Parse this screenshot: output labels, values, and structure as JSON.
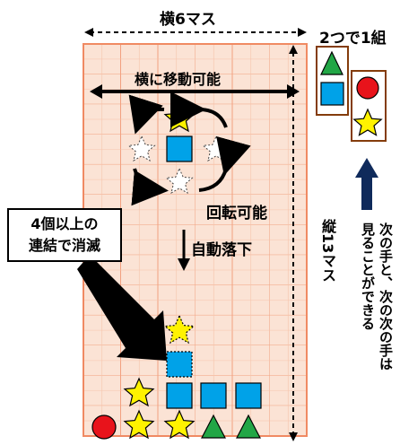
{
  "labels": {
    "width_label": "横6マス",
    "pair_label": "2つで1組",
    "move_label": "横に移動可能",
    "rotate_label": "回転可能",
    "fall_label": "自動落下",
    "vanish_label_line1": "4個以上の",
    "vanish_label_line2": "連結で消滅",
    "height_label": "縦13マス",
    "next_caption_line1": "次の手と、次の次の手は",
    "next_caption_line2": "見ることができる"
  },
  "board": {
    "columns": 6,
    "rows": 13
  },
  "colors": {
    "board_fill": "#fbe3d5",
    "grid_line": "#f2a07f",
    "board_border": "#f08a63",
    "star": "#fff200",
    "square": "#00a2e8",
    "triangle": "#22a646",
    "circle": "#e8131b",
    "panel_border": "#843c0c",
    "next_arrow": "#0f2a5b"
  },
  "pieces": [
    "yellow-star",
    "blue-square",
    "green-triangle",
    "red-circle"
  ]
}
